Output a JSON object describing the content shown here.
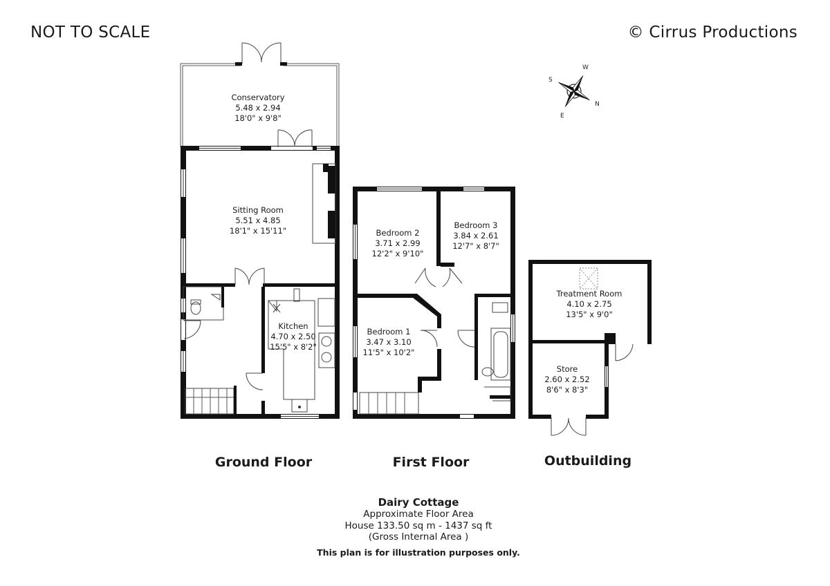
{
  "header": {
    "scale_note": "NOT TO SCALE",
    "copyright": "© Cirrus Productions"
  },
  "compass": {
    "letters": [
      "S",
      "W",
      "N",
      "E"
    ]
  },
  "floors": [
    {
      "id": "ground",
      "label": "Ground Floor"
    },
    {
      "id": "first",
      "label": "First Floor"
    },
    {
      "id": "outbuilding",
      "label": "Outbuilding"
    }
  ],
  "rooms": {
    "conservatory": {
      "name": "Conservatory",
      "metric": "5.48 x 2.94",
      "imperial": "18'0\" x 9'8\""
    },
    "sitting_room": {
      "name": "Sitting Room",
      "metric": "5.51 x 4.85",
      "imperial": "18'1\" x 15'11\""
    },
    "kitchen": {
      "name": "Kitchen",
      "metric": "4.70 x 2.50",
      "imperial": "15'5\" x 8'2\""
    },
    "bedroom_2": {
      "name": "Bedroom 2",
      "metric": "3.71 x 2.99",
      "imperial": "12'2\" x 9'10\""
    },
    "bedroom_3": {
      "name": "Bedroom 3",
      "metric": "3.84 x 2.61",
      "imperial": "12'7\" x 8'7\""
    },
    "bedroom_1": {
      "name": "Bedroom 1",
      "metric": "3.47 x 3.10",
      "imperial": "11'5\" x 10'2\""
    },
    "treatment_room": {
      "name": "Treatment Room",
      "metric": "4.10 x 2.75",
      "imperial": "13'5\" x 9'0\""
    },
    "store": {
      "name": "Store",
      "metric": "2.60 x 2.52",
      "imperial": "8'6\" x 8'3\""
    }
  },
  "footer": {
    "property_name": "Dairy Cottage",
    "area_heading": "Approximate Floor Area",
    "area_value": "House 133.50 sq m - 1437 sq ft",
    "area_note": "(Gross Internal Area )",
    "disclaimer": "This plan is for illustration purposes only."
  }
}
